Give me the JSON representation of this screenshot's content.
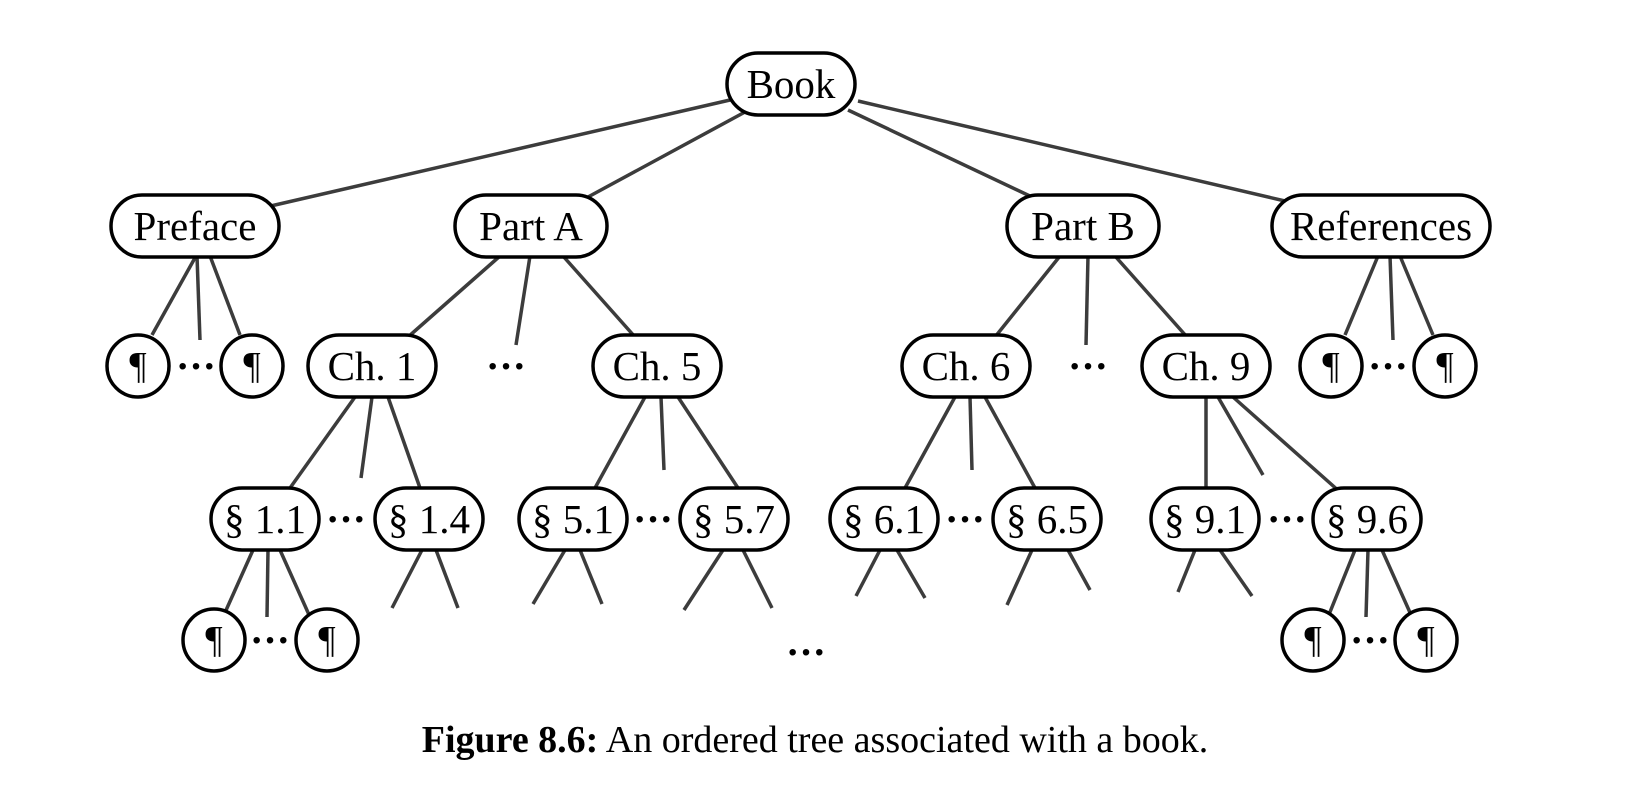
{
  "figure": {
    "caption_label": "Figure 8.6:",
    "caption_text": " An ordered tree associated with a book."
  },
  "nodes": {
    "book": "Book",
    "preface": "Preface",
    "part_a": "Part A",
    "part_b": "Part B",
    "references": "References",
    "ch1": "Ch. 1",
    "ch5": "Ch. 5",
    "ch6": "Ch. 6",
    "ch9": "Ch. 9",
    "s1_1": "§ 1.1",
    "s1_4": "§ 1.4",
    "s5_1": "§ 5.1",
    "s5_7": "§ 5.7",
    "s6_1": "§ 6.1",
    "s6_5": "§ 6.5",
    "s9_1": "§ 9.1",
    "s9_6": "§ 9.6",
    "paragraph": "¶"
  },
  "ellipsis": "···",
  "colors": {
    "edge": "#3c3c3c",
    "outline": "#000000",
    "background": "#ffffff"
  }
}
